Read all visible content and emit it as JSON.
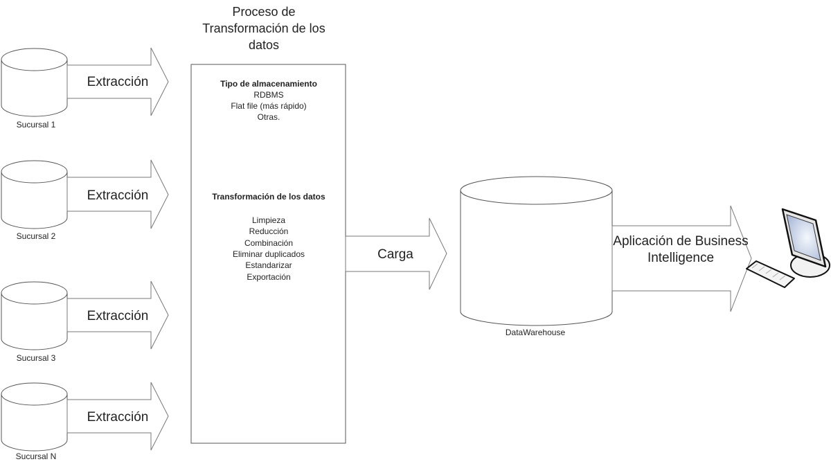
{
  "sources": [
    {
      "label": "Sucursal 1",
      "arrow_label": "Extracción"
    },
    {
      "label": "Sucursal 2",
      "arrow_label": "Extracción"
    },
    {
      "label": "Sucursal 3",
      "arrow_label": "Extracción"
    },
    {
      "label": "Sucursal N",
      "arrow_label": "Extracción"
    }
  ],
  "process": {
    "title_lines": [
      "Proceso de",
      "Transformación de los",
      "datos"
    ],
    "storage_heading": "Tipo de almacenamiento",
    "storage_items": [
      "RDBMS",
      "Flat file (más rápido)",
      "Otras."
    ],
    "transform_heading": "Transformación de los datos",
    "transform_items": [
      "Limpieza",
      "Reducción",
      "Combinación",
      "Eliminar duplicados",
      "Estandarizar",
      "Exportación"
    ]
  },
  "load": {
    "arrow_label": "Carga"
  },
  "warehouse": {
    "label": "DataWarehouse"
  },
  "bi": {
    "arrow_label_lines": [
      "Aplicación de Business",
      "Intelligence"
    ]
  }
}
